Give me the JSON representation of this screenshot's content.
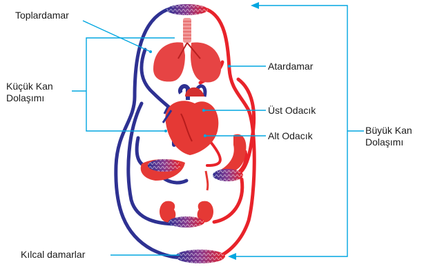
{
  "labels": {
    "toplardamar": "Toplardamar",
    "kucuk_line1": "Küçük Kan",
    "kucuk_line2": "Dolaşımı",
    "atardamar": "Atardamar",
    "ust_odacik": "Üst Odacık",
    "alt_odacik": "Alt Odacık",
    "buyuk_line1": "Büyük Kan",
    "buyuk_line2": "Dolaşımı",
    "kilcal": "Kılcal damarlar"
  },
  "colors": {
    "vein_blue": "#2e3192",
    "artery_red": "#e8232a",
    "pointer_cyan": "#00a6e0",
    "organ_red": "#e53935",
    "capillary_purple": "#7b4a9e"
  }
}
